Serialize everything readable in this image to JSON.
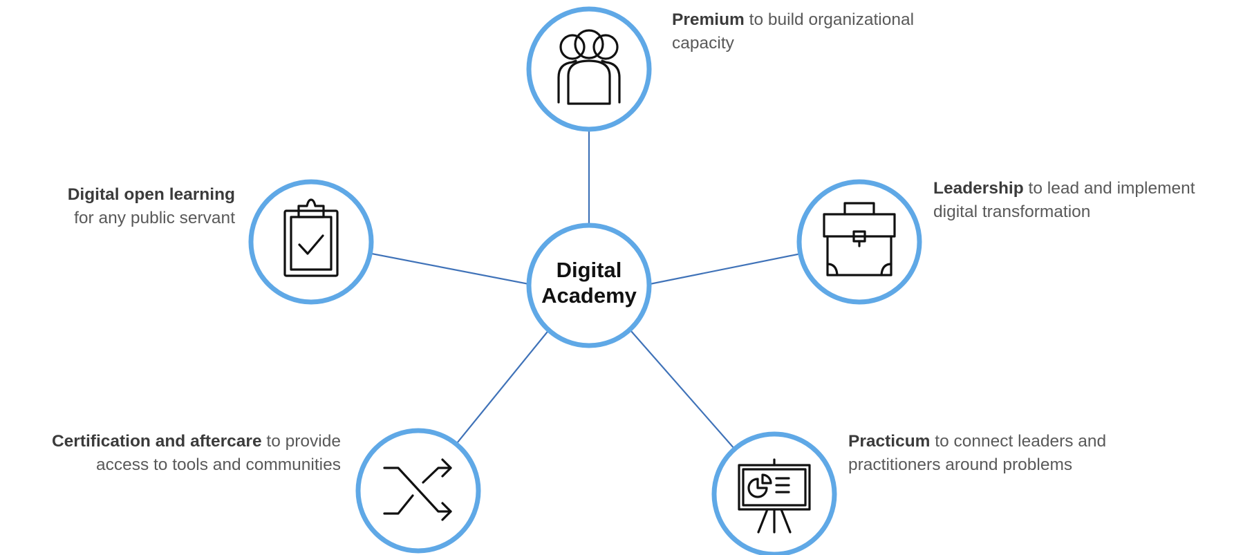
{
  "center": {
    "line1": "Digital",
    "line2": "Academy"
  },
  "nodes": {
    "premium": {
      "title": "Premium",
      "text": " to build organizational capacity",
      "icon": "people-group-icon"
    },
    "leadership": {
      "title": "Leadership",
      "text": " to lead and implement digital transformation",
      "icon": "briefcase-icon"
    },
    "open_learning": {
      "title": "Digital open learning",
      "text": "for any public servant",
      "icon": "clipboard-check-icon"
    },
    "certification": {
      "title": "Certification and aftercare",
      "text": " to provide access to tools and communities",
      "icon": "shuffle-arrows-icon"
    },
    "practicum": {
      "title": "Practicum",
      "text": " to connect leaders and practitioners around problems",
      "icon": "presentation-board-icon"
    }
  },
  "colors": {
    "ring": "#5fa8e6",
    "connector": "#3f72b8",
    "text": "#595959",
    "icon": "#111111"
  }
}
